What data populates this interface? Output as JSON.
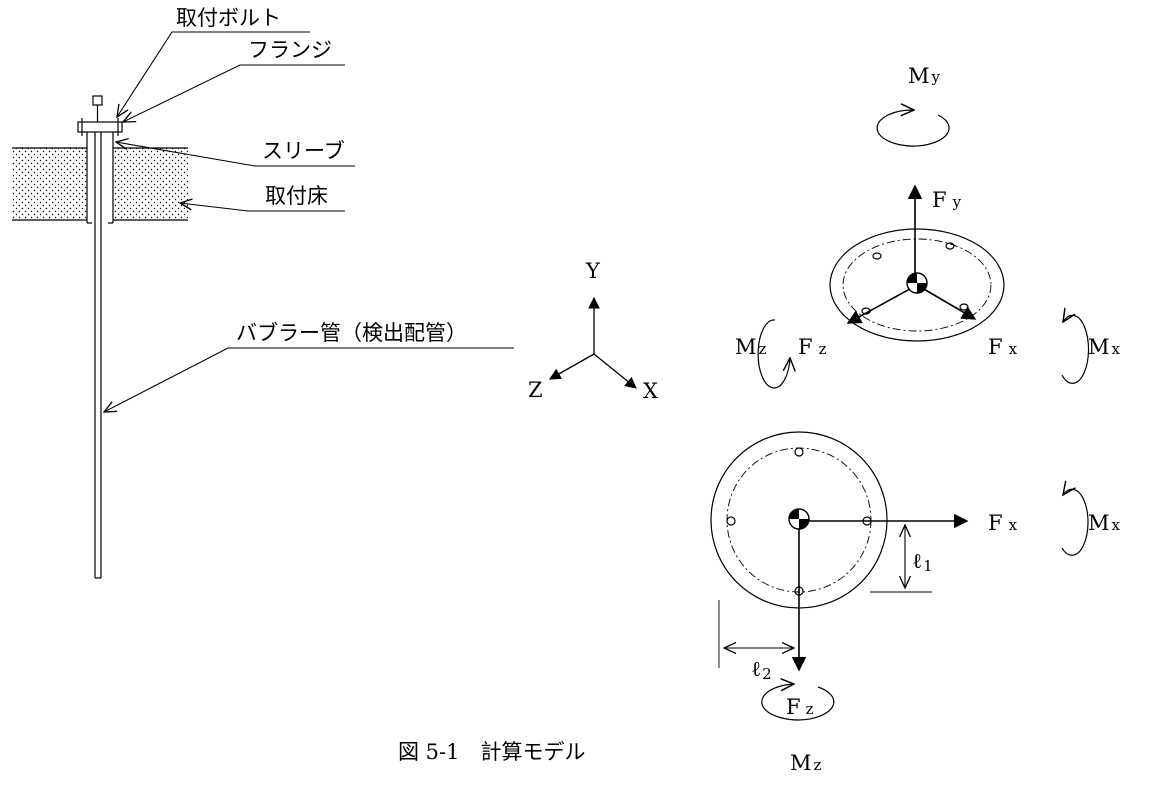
{
  "callouts": {
    "bolt": "取付ボルト",
    "flange": "フランジ",
    "sleeve": "スリーブ",
    "floor": "取付床",
    "pipe": "バブラー管（検出配管）"
  },
  "axes": {
    "y": "Y",
    "z": "Z",
    "x": "X"
  },
  "iso_view": {
    "my_main": "M",
    "my_sub": "y",
    "fy_main": "F",
    "fy_sub": "y",
    "mz_main": "M",
    "mz_sub": "z",
    "fz_main": "F",
    "fz_sub": "z",
    "fx_main": "F",
    "fx_sub": "x",
    "mx_main": "M",
    "mx_sub": "x"
  },
  "plan_view": {
    "fx_main": "F",
    "fx_sub": "x",
    "mx_main": "M",
    "mx_sub": "x",
    "l1": "ℓ",
    "l1_sub": "1",
    "l2": "ℓ",
    "l2_sub": "2",
    "fz_main": "F",
    "fz_sub": "z",
    "mz_main": "M",
    "mz_sub": "z"
  },
  "caption": "図 5-1　計算モデル",
  "colors": {
    "ink": "#000000",
    "background": "#ffffff"
  }
}
